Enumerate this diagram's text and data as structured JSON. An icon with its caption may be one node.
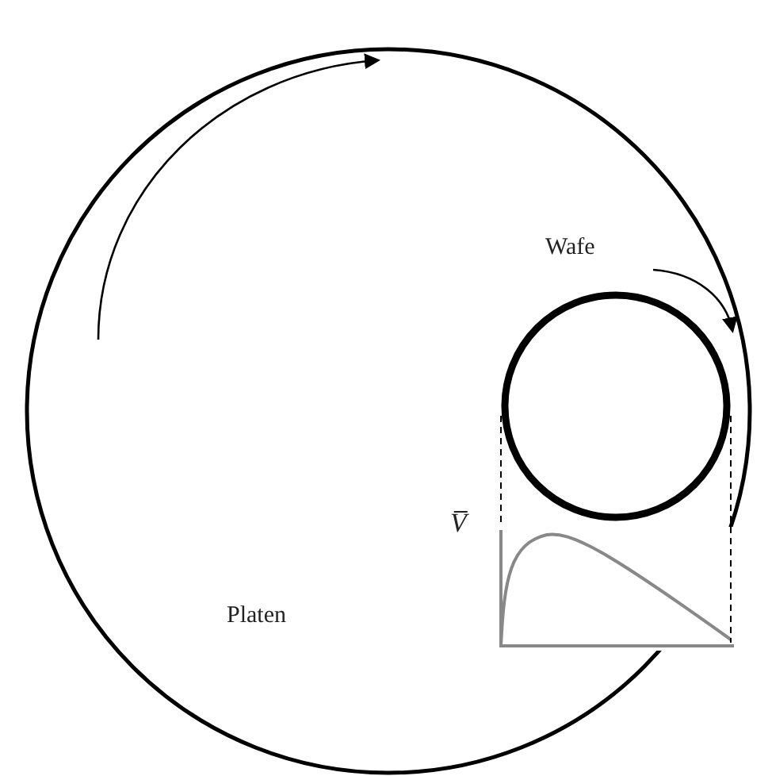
{
  "diagram": {
    "nodes": [
      {
        "text": [
          "Platen"
        ]
      },
      {
        "text": [
          "Wafe"
        ],
        "in": 0
      }
    ],
    "labels": [
      "V̅"
    ]
  }
}
